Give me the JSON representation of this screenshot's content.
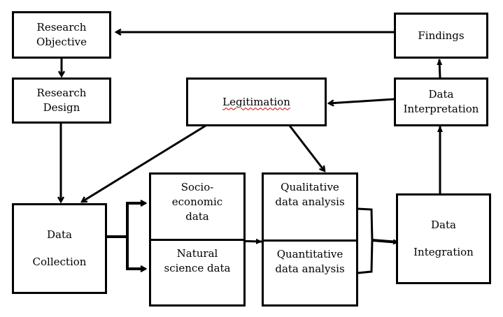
{
  "diagram": {
    "nodes": {
      "research_objective": "Research\nObjective",
      "research_design": "Research\nDesign",
      "legitimation": "Legitimation",
      "findings": "Findings",
      "data_interpretation": "Data\nInterpretation",
      "data_collection_line1": "Data",
      "data_collection_line2": "Collection",
      "socio_economic_data": "Socio-\neconomic\ndata",
      "natural_science_data": "Natural\nscience data",
      "qualitative_analysis": "Qualitative\ndata analysis",
      "quantitative_analysis": "Quantitative\ndata analysis",
      "data_integration_line1": "Data",
      "data_integration_line2": "Integration"
    },
    "edges": [
      {
        "from": "findings",
        "to": "research_objective"
      },
      {
        "from": "research_objective",
        "to": "research_design"
      },
      {
        "from": "research_design",
        "to": "data_collection"
      },
      {
        "from": "legitimation",
        "to": "data_collection"
      },
      {
        "from": "legitimation",
        "to": "qualitative_analysis"
      },
      {
        "from": "data_interpretation",
        "to": "legitimation"
      },
      {
        "from": "data_interpretation",
        "to": "findings"
      },
      {
        "from": "data_integration",
        "to": "data_interpretation"
      },
      {
        "from": "data_collection",
        "to": "socio_economic_data"
      },
      {
        "from": "data_collection",
        "to": "natural_science_data"
      },
      {
        "from": "data_sources",
        "to": "data_analysis"
      },
      {
        "from": "data_analysis",
        "to": "data_integration"
      }
    ]
  }
}
